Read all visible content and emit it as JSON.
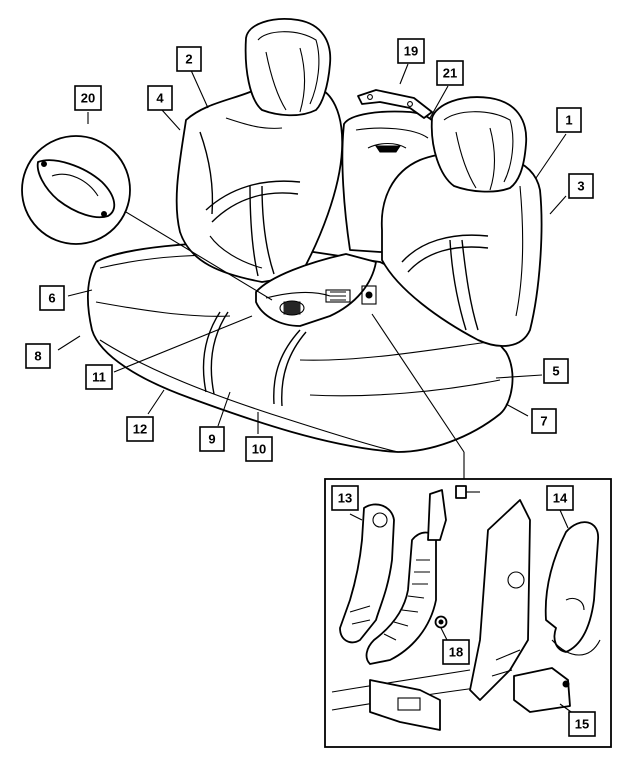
{
  "diagram": {
    "callouts": [
      {
        "id": "c1",
        "label": "1"
      },
      {
        "id": "c2",
        "label": "2"
      },
      {
        "id": "c3",
        "label": "3"
      },
      {
        "id": "c4",
        "label": "4"
      },
      {
        "id": "c5",
        "label": "5"
      },
      {
        "id": "c6",
        "label": "6"
      },
      {
        "id": "c7",
        "label": "7"
      },
      {
        "id": "c8",
        "label": "8"
      },
      {
        "id": "c9",
        "label": "9"
      },
      {
        "id": "c10",
        "label": "10"
      },
      {
        "id": "c11",
        "label": "11"
      },
      {
        "id": "c12",
        "label": "12"
      },
      {
        "id": "c13",
        "label": "13"
      },
      {
        "id": "c14",
        "label": "14"
      },
      {
        "id": "c15",
        "label": "15"
      },
      {
        "id": "c18",
        "label": "18"
      },
      {
        "id": "c19",
        "label": "19"
      },
      {
        "id": "c20",
        "label": "20"
      },
      {
        "id": "c21",
        "label": "21"
      }
    ],
    "colors": {
      "line": "#000000",
      "background": "#ffffff"
    }
  }
}
